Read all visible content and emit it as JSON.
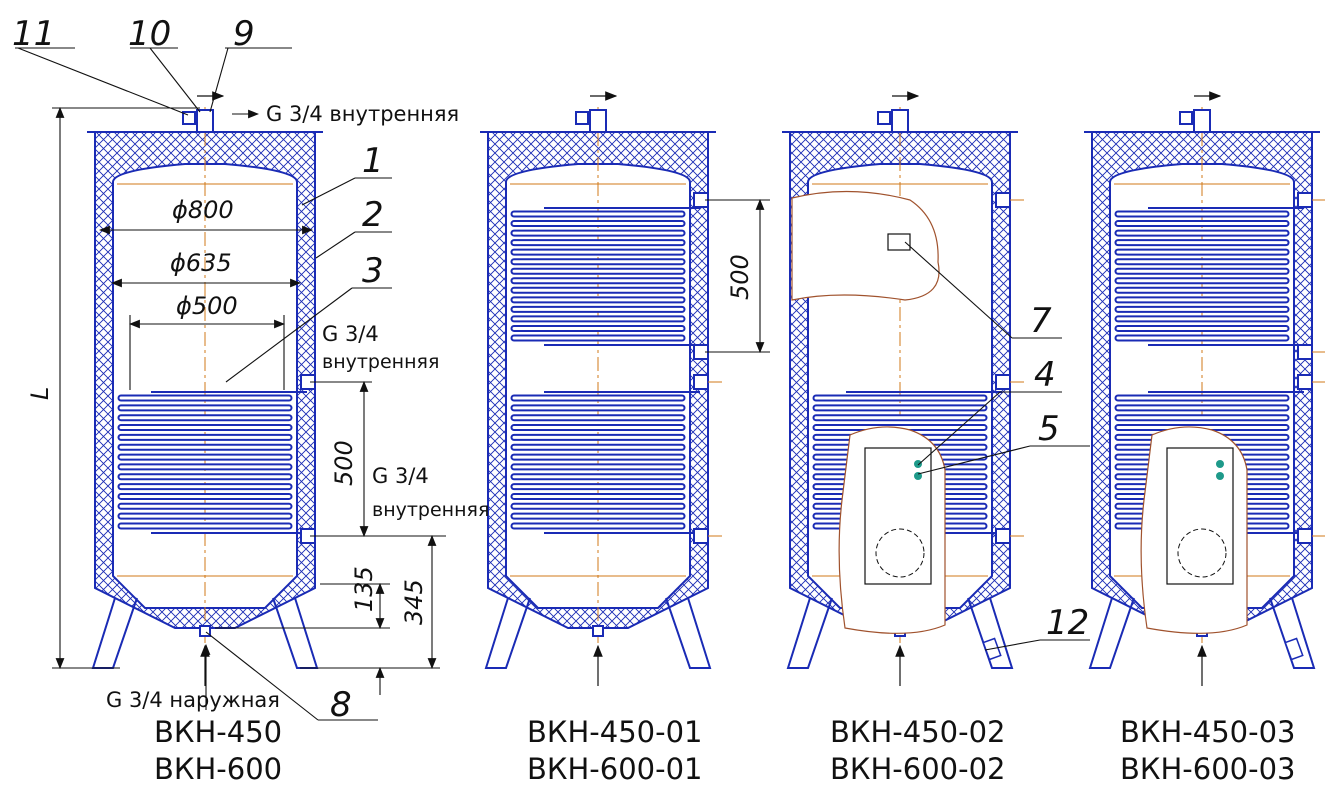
{
  "diagram": {
    "colors": {
      "outline": "#1a2bb5",
      "insulation": "#1a2bb5",
      "axis": "#d07a1a",
      "cutaway": "#a0522d",
      "sensor": "#1e9a8a",
      "dimension": "#111111"
    },
    "callouts": {
      "n1": "1",
      "n2": "2",
      "n3": "3",
      "n4": "4",
      "n5": "5",
      "n7": "7",
      "n8": "8",
      "n9": "9",
      "n10": "10",
      "n11": "11",
      "n12": "12"
    },
    "dimensions": {
      "d800": "ϕ800",
      "d635": "ϕ635",
      "d500": "ϕ500",
      "coil_height": "500",
      "coil_height_b": "500",
      "h135": "135",
      "h345": "345",
      "height": "L"
    },
    "connections": {
      "top": "G 3/4  внутренняя",
      "coil_top_1": "G 3/4",
      "coil_top_2": "внутренняя",
      "coil_bottom_1": "G 3/4",
      "coil_bottom_2": "внутренняя",
      "bottom": "G 3/4  наружная"
    },
    "models": [
      {
        "line1": "ВКН-450",
        "line2": "ВКН-600"
      },
      {
        "line1": "ВКН-450-01",
        "line2": "ВКН-600-01"
      },
      {
        "line1": "ВКН-450-02",
        "line2": "ВКН-600-02"
      },
      {
        "line1": "ВКН-450-03",
        "line2": "ВКН-600-03"
      }
    ]
  }
}
